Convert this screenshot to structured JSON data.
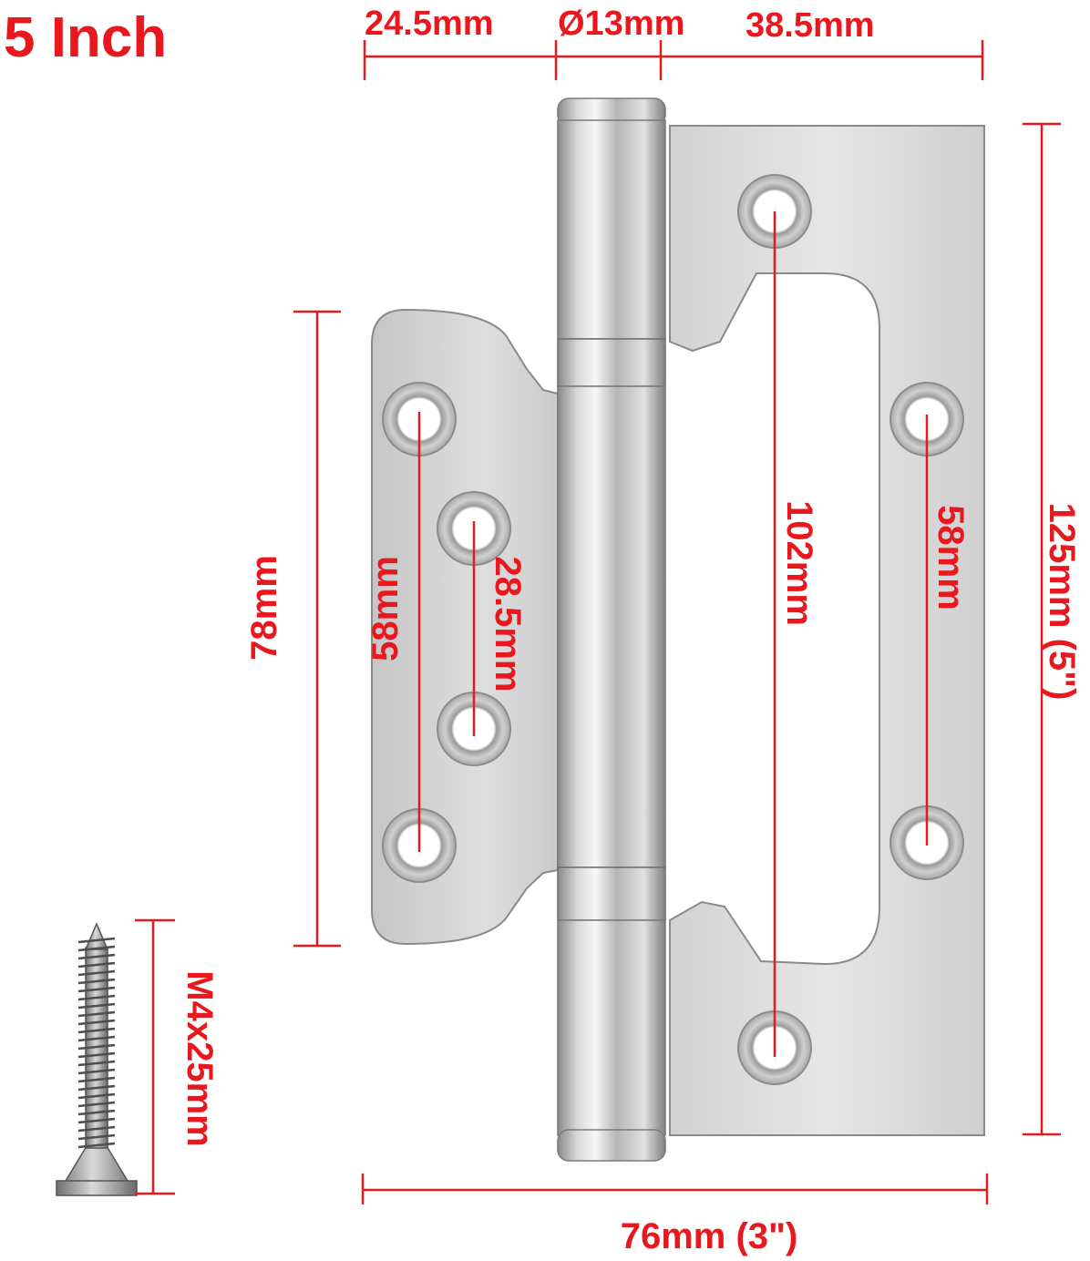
{
  "title": "5 Inch",
  "colors": {
    "dimension": "#e8181e",
    "metal_light": "#e9e9e9",
    "metal_mid": "#c9c9c9",
    "metal_dark": "#8f8f8f",
    "edge": "#777777"
  },
  "dimensions": {
    "top_left_leaf": "24.5mm",
    "knuckle_diameter": "Ø13mm",
    "top_right_leaf": "38.5mm",
    "left_leaf_height": "78mm",
    "left_outer_holes": "58mm",
    "left_inner_holes": "28.5mm",
    "right_center_holes": "102mm",
    "right_side_holes": "58mm",
    "total_height": "125mm (5\")",
    "total_width": "76mm (3\")",
    "screw_size": "M4x25mm"
  },
  "icons": {
    "hinge": "hinge-icon",
    "screw": "screw-icon"
  }
}
